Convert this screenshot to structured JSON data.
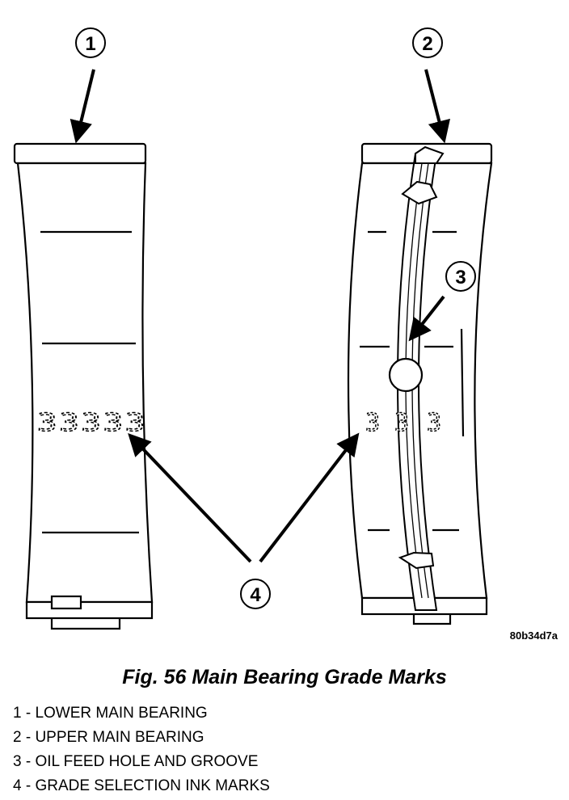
{
  "callouts": [
    "1",
    "2",
    "3",
    "4"
  ],
  "ink_marks": {
    "lower": "33333",
    "upper_left": "3",
    "upper_mid": "3",
    "upper_right": "3"
  },
  "figure_id": "80b34d7a",
  "caption": "Fig. 56 Main Bearing Grade Marks",
  "legend": [
    "1 - LOWER MAIN BEARING",
    "2 - UPPER MAIN BEARING",
    "3 - OIL FEED HOLE AND GROOVE",
    "4 - GRADE SELECTION INK MARKS"
  ]
}
